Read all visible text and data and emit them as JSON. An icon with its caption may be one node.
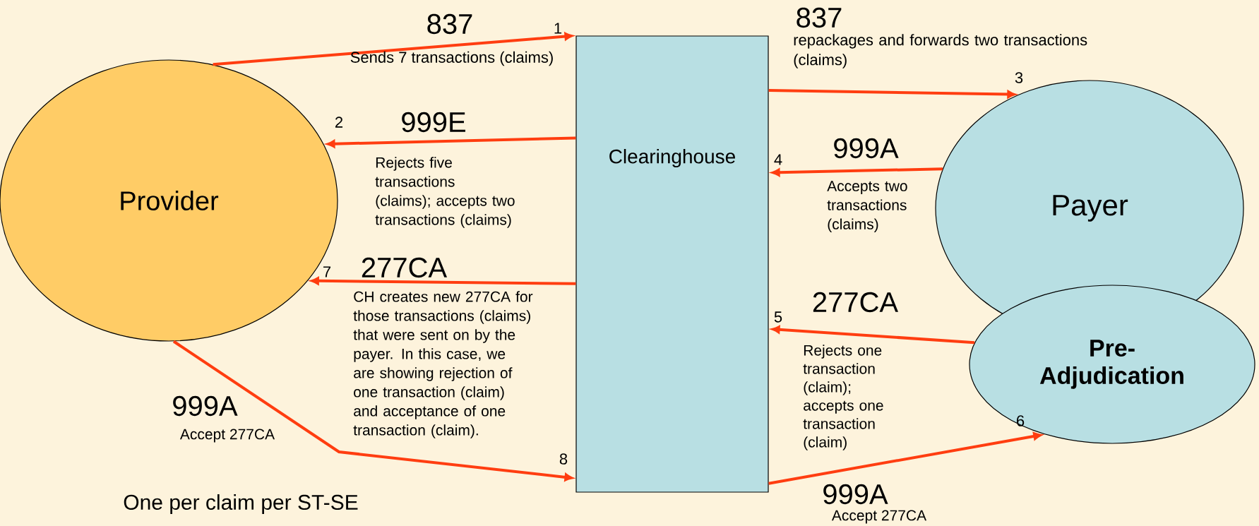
{
  "diagram": {
    "nodes": [
      {
        "text": [
          "Provider"
        ]
      },
      {
        "text": [
          "Clearinghouse"
        ]
      },
      {
        "text": [
          "Payer"
        ]
      },
      {
        "text": [
          "Pre-Adjudication"
        ]
      }
    ],
    "edges": [
      {
        "from": 0,
        "to": 1,
        "arrow": "to",
        "label": "837"
      },
      {
        "from": 1,
        "to": 0,
        "arrow": "to",
        "label": "999E"
      },
      {
        "from": 1,
        "to": 2,
        "arrow": "to",
        "label": "837"
      },
      {
        "from": 2,
        "to": 1,
        "arrow": "to",
        "label": "999A"
      },
      {
        "from": 3,
        "to": 1,
        "arrow": "to",
        "label": "277CA"
      },
      {
        "from": 1,
        "to": 3,
        "arrow": "to",
        "label": "999A"
      },
      {
        "from": 1,
        "to": 0,
        "arrow": "to",
        "label": "277CA"
      },
      {
        "from": 0,
        "to": 1,
        "arrow": "to",
        "label": "999A"
      }
    ],
    "labels": [
      "1",
      "Sends 7 transactions (claims)",
      "repackages and forwards two transactions (claims)",
      "3",
      "2",
      "Rejects five transactions (claims); accepts two transactions (claims)",
      "4",
      "Accepts two transactions (claims)",
      "7",
      "CH creates new 277CA for those transactions (claims) that were sent on by the payer. In this case, we are showing rejection of one transaction (claim) and acceptance of one transaction (claim).",
      "5",
      "Rejects one transaction (claim); accepts one transaction (claim)",
      "8",
      "6",
      "Accept 277CA",
      "One per claim per ST-SE",
      "Accept 277CA"
    ]
  }
}
